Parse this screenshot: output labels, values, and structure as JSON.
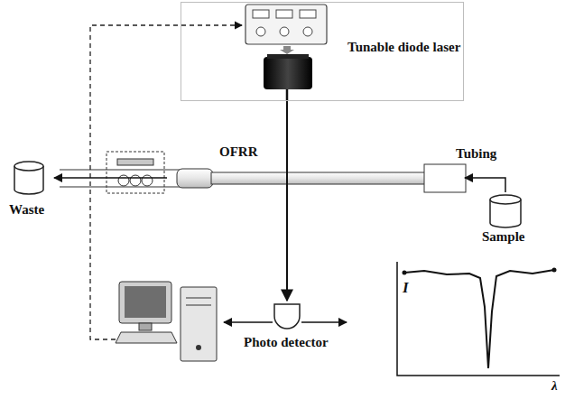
{
  "diagram": {
    "nodes": [
      {
        "text": [
          "Tunable diode laser"
        ]
      },
      {
        "text": [
          "OFRR"
        ]
      },
      {
        "text": [
          "Sample"
        ]
      },
      {
        "text": [
          "Waste"
        ]
      },
      {
        "text": [
          "Photo detector"
        ]
      }
    ],
    "edges": [
      {
        "from": 0,
        "to": 1,
        "arrow": "none"
      },
      {
        "from": 2,
        "to": 1,
        "arrow": "to"
      },
      {
        "from": 1,
        "to": 3,
        "arrow": "to"
      },
      {
        "from": 1,
        "to": 4,
        "arrow": "to"
      }
    ],
    "labels": [
      "Tubing",
      "I",
      "λ"
    ]
  }
}
